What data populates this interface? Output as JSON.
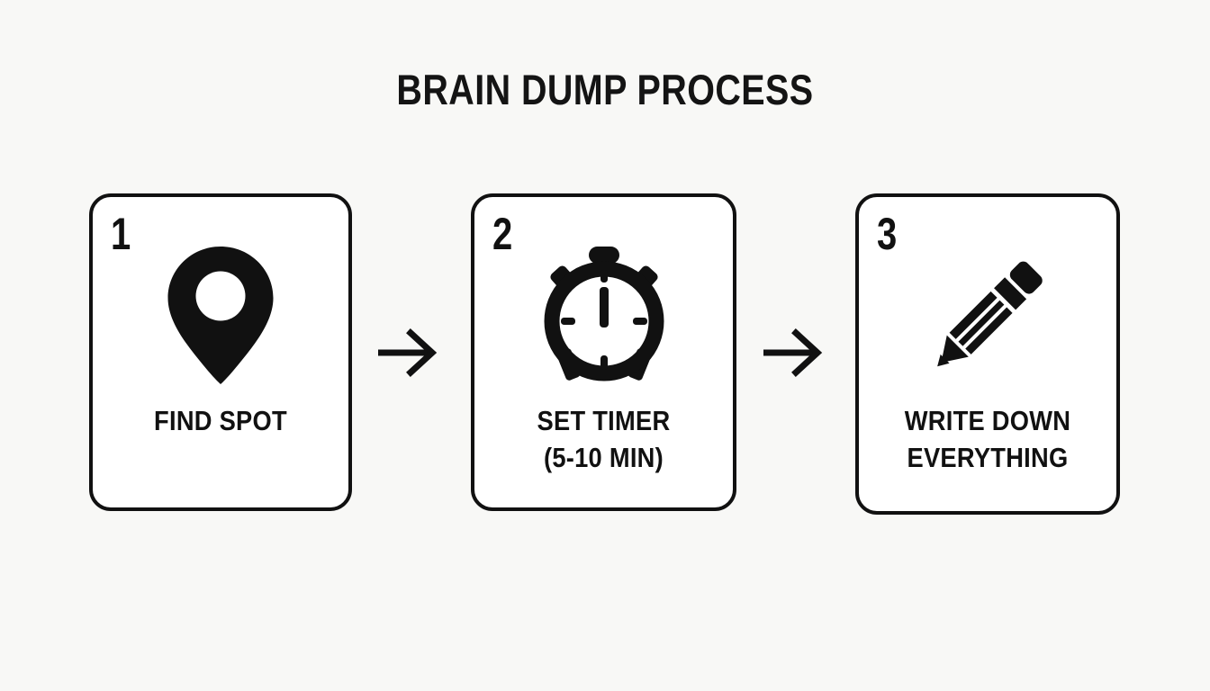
{
  "page": {
    "title": "BRAIN DUMP PROCESS",
    "background_color": "#f8f8f6",
    "ink_color": "#111111",
    "card_fill_color": "#ffffff"
  },
  "steps": [
    {
      "number": "1",
      "icon": "map-pin-icon",
      "label_lines": [
        "FIND SPOT"
      ]
    },
    {
      "number": "2",
      "icon": "alarm-timer-icon",
      "label_lines": [
        "SET TIMER",
        "(5-10 MIN)"
      ]
    },
    {
      "number": "3",
      "icon": "pencil-icon",
      "label_lines": [
        "WRITE DOWN",
        "EVERYTHING"
      ]
    }
  ],
  "connectors": [
    {
      "icon": "arrow-right-icon"
    },
    {
      "icon": "arrow-right-icon"
    }
  ]
}
